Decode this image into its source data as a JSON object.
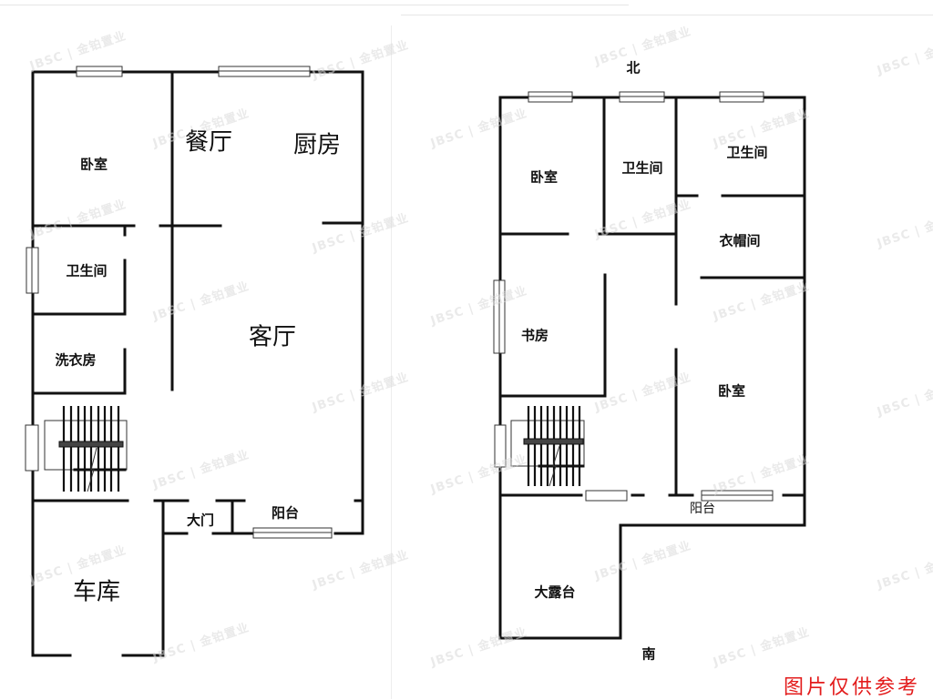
{
  "floor1": {
    "rooms": {
      "bedroom": "卧室",
      "dining": "餐厅",
      "kitchen": "厨房",
      "bathroom": "卫生间",
      "laundry": "洗衣房",
      "living": "客厅",
      "entrance": "大门",
      "balcony": "阳台",
      "garage": "车库"
    }
  },
  "floor2": {
    "compass_north": "北",
    "compass_south": "南",
    "rooms": {
      "bedroom_north": "卧室",
      "bathroom_middle": "卫生间",
      "bathroom_east": "卫生间",
      "cloakroom": "衣帽间",
      "study": "书房",
      "bedroom_master": "卧室",
      "balcony": "阳台",
      "terrace": "大露台"
    }
  },
  "watermark": "JBSC | 金铂置业",
  "disclaimer": "图片仅供参考",
  "colors": {
    "wall": "#111111",
    "disclaimer": "#e31c1c",
    "watermark": "#d9d9d9"
  }
}
